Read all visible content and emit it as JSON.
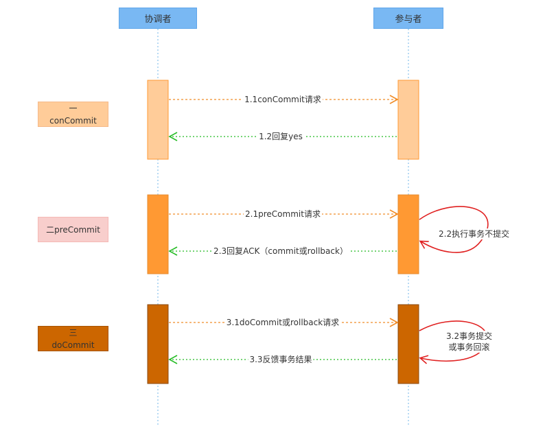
{
  "participants": {
    "coordinator": "协调者",
    "participant": "参与者"
  },
  "phases": [
    {
      "line1": "一",
      "line2": "conCommit",
      "color": "#ffcc99"
    },
    {
      "line1": "二preCommit",
      "line2": "",
      "color": "#f8cecc"
    },
    {
      "line1": "三",
      "line2": "doCommit",
      "color": "#cc6600"
    }
  ],
  "messages": {
    "m1_1": "1.1conCommit请求",
    "m1_2": "1.2回复yes",
    "m2_1": "2.1preCommit请求",
    "m2_3": "2.3回复ACK（commit或rollback）",
    "m3_1": "3.1doCommit或rollback请求",
    "m3_3": "3.3反馈事务结果"
  },
  "self_messages": {
    "s2_2": "2.2执行事务不提交",
    "s3_2_line1": "3.2事务提交",
    "s3_2_line2": "或事务回滚"
  },
  "colors": {
    "lifeline": "#6fb5e8",
    "request_arrow": "#f08c28",
    "reply_arrow": "#22bb22",
    "self_loop": "#e02020",
    "activation_light": "#ffcc99",
    "activation_mid": "#ff9933",
    "activation_dark": "#cc6600"
  }
}
